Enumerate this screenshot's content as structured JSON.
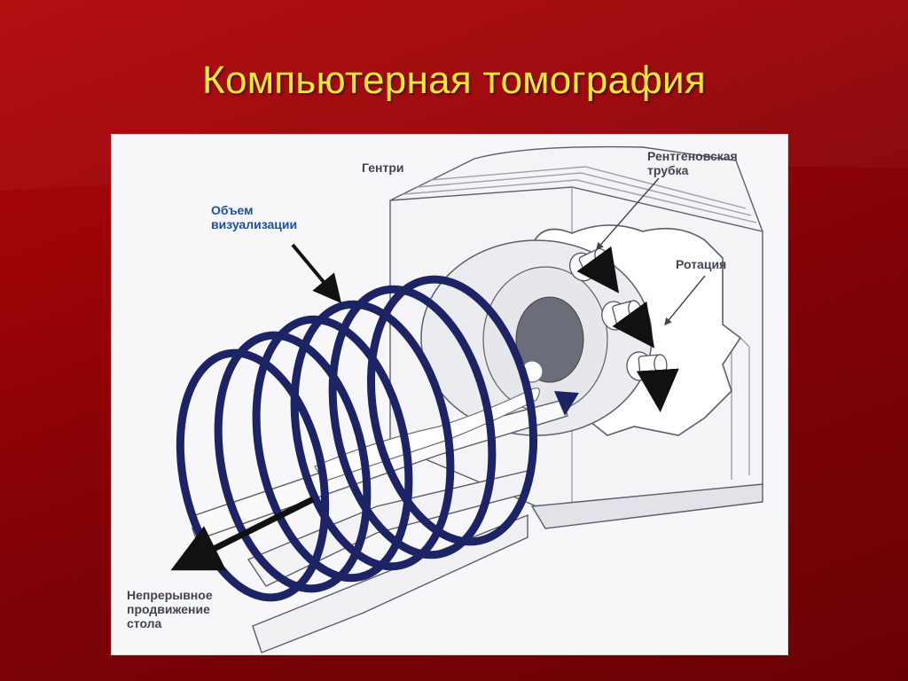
{
  "slide": {
    "title": "Компьютерная томография",
    "background_color": "#8a0307",
    "title_color": "#f2ea3a"
  },
  "diagram": {
    "labels": {
      "gantry": "Гентри",
      "xray_tube": "Рентгеновская\nтрубка",
      "rotation": "Ротация",
      "imaging_volume": "Объем\nвизуализации",
      "table_motion": "Непрерывное\nпродвижение\nстола"
    },
    "colors": {
      "spiral": "#1c2466",
      "label_blue": "#1f4f9c",
      "label_gray": "#3e4452",
      "arrow": "#111111"
    }
  }
}
